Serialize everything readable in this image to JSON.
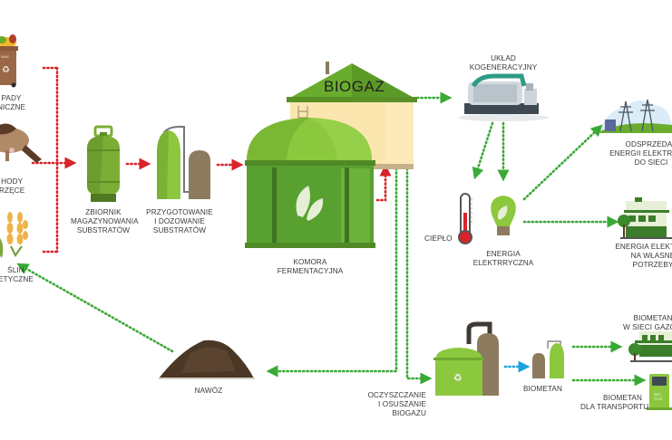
{
  "diagram": {
    "title": "Biogas plant process",
    "colors": {
      "input_flow": "#d8232a",
      "gas_flow": "#3aa935",
      "biomethane_flow": "#1fa3dc",
      "green_main": "#5a9e2f",
      "green_light": "#8dc63f",
      "tank_brown": "#8c7b5e",
      "label_text": "#3a3a3a"
    },
    "substrates": [
      {
        "id": "waste",
        "label": "ODPADY\nORGANICZNE",
        "visible_label": "PADY\nNICZNE",
        "icon": "organic-bin-icon",
        "bin_text": "ORGANIC"
      },
      {
        "id": "manure",
        "label": "ODCHODY\nZWIERZĘCE",
        "visible_label": "HODY\nRZĘCE",
        "icon": "cow-icon"
      },
      {
        "id": "crops",
        "label": "ROŚLINY\nENERGETYCZNE",
        "visible_label": "ŚLIN\nETYCZNE",
        "icon": "wheat-icon"
      }
    ],
    "nodes": {
      "storage": {
        "label": "ZBIORNIK\nMAGAZYNOWANIA\nSUBSTRATÓW",
        "icon": "gas-cylinder-icon"
      },
      "dosing": {
        "label": "PRZYGOTOWANIE\nI DOZOWANIE\nSUBSTRATÓW",
        "icon": "dosing-tanks-icon"
      },
      "biogas_tank": {
        "label": "BIOGAZ",
        "icon": "biogas-tank-icon"
      },
      "digester": {
        "label": "KOMORA\nFERMENTACYJNA",
        "icon": "fermentation-chamber-icon"
      },
      "chp": {
        "label": "UKŁAD\nKOGENERACYJNY",
        "icon": "cogeneration-unit-icon"
      },
      "heat": {
        "label": "CIEPŁO",
        "icon": "thermometer-icon"
      },
      "electricity": {
        "label": "ENERGIA\nELEKTRRYCZNA",
        "icon": "lightbulb-leaf-icon"
      },
      "grid_sale": {
        "label": "ODSPRZEDAŻ\nENERGII ELEKTRYCZNEJ\nDO SIECI",
        "visible_label": "ODSPRZEDAŻ\nENERGII ELEKTRYCZN\nDO SIECI",
        "icon": "power-pylons-icon"
      },
      "own_use": {
        "label": "ENERGIA ELEKTRYCZNA\nNA WŁASNE\nPOTRZEBY",
        "visible_label": "ENERGIA ELEKTRYC\nNA WŁASNE\nPOTRZEBY",
        "icon": "building-icon"
      },
      "fertilizer": {
        "label": "NAWÓZ",
        "icon": "soil-pile-icon"
      },
      "cleaning": {
        "label": "OCZYSZCZANIE\nI OSUSZANIE\nBIOGAZU",
        "icon": "cleaning-tank-icon"
      },
      "biomethane": {
        "label": "BIOMETAN",
        "icon": "biomethane-tanks-icon"
      },
      "gas_network": {
        "label": "BIOMETAN\nW SIECI GAZOWEJ",
        "visible_label": "BIOMETAN\nW SIECI GAZOW",
        "icon": "building-icon"
      },
      "transport": {
        "label": "BIOMETAN\nDLA TRANSPORTU",
        "icon": "fuel-pump-icon",
        "pump_text": "BIO\nGAZ"
      }
    }
  }
}
